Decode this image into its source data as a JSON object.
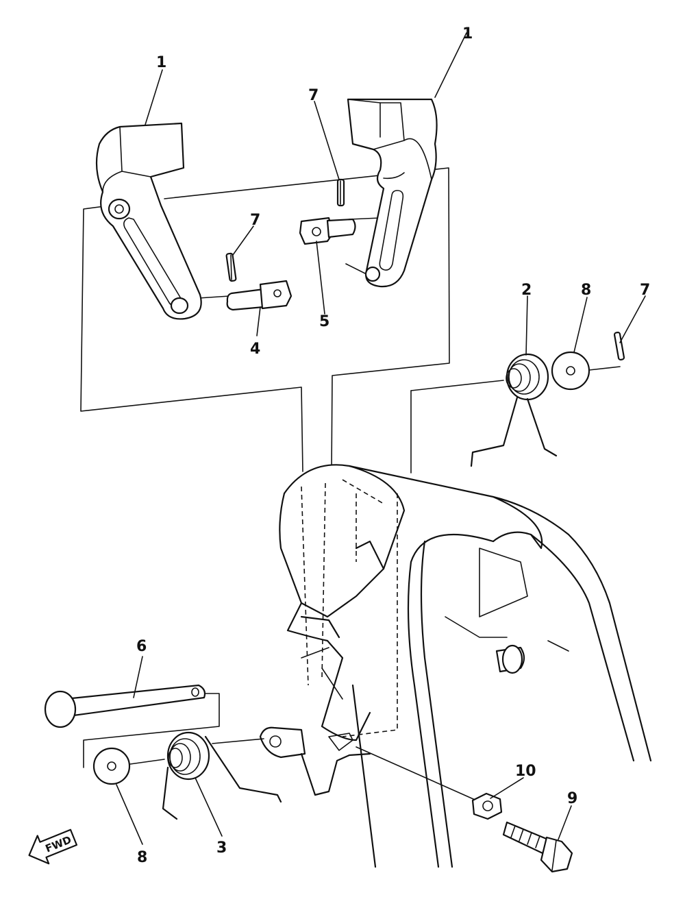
{
  "diagram": {
    "callouts": {
      "c1a": "1",
      "c1b": "1",
      "c7a": "7",
      "c7b": "7",
      "c7c": "7",
      "c4": "4",
      "c5": "5",
      "c2": "2",
      "c8a": "8",
      "c8b": "8",
      "c6": "6",
      "c3": "3",
      "c10": "10",
      "c9": "9"
    },
    "fwd_label": "FWD"
  }
}
